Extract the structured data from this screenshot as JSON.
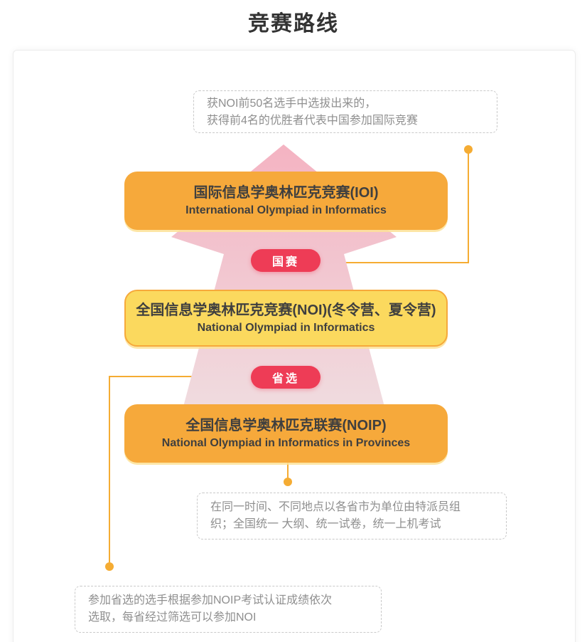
{
  "page": {
    "title": "竞赛路线"
  },
  "colors": {
    "orange-box": "#F6A93B",
    "yellow-box": "#FBD95E",
    "badge-red": "#EE3C56",
    "connector": "#F5AC33",
    "arrow-pink-top": "#F4B3C2",
    "arrow-pink-mid": "#F2C9D2",
    "arrow-pink-bottom": "#EFE4E5"
  },
  "stages": {
    "ioi": {
      "title_zh": "国际信息学奥林匹克竞赛(IOI)",
      "title_en": "International Olympiad in Informatics"
    },
    "noi": {
      "title_zh": "全国信息学奥林匹克竞赛(NOI)(冬令营、夏令营)",
      "title_en": "National Olympiad in Informatics"
    },
    "noip": {
      "title_zh": "全国信息学奥林匹克联赛(NOIP)",
      "title_en": "National Olympiad in Informatics in Provinces"
    }
  },
  "badges": {
    "national": "国赛",
    "provincial": "省选"
  },
  "callouts": {
    "ioi_note": {
      "lines": [
        "获NOI前50名选手中选拔出来的，",
        "获得前4名的优胜者代表中国参加国际竞赛"
      ]
    },
    "noip_note": {
      "lines": [
        "在同一时间、不同地点以各省市为单位由特派员组",
        "织；全国统一 大纲、统一试卷，统一上机考试"
      ]
    },
    "province_note": {
      "lines": [
        "参加省选的选手根据参加NOIP考试认证成绩依次",
        "选取，每省经过筛选可以参加NOI"
      ]
    }
  }
}
